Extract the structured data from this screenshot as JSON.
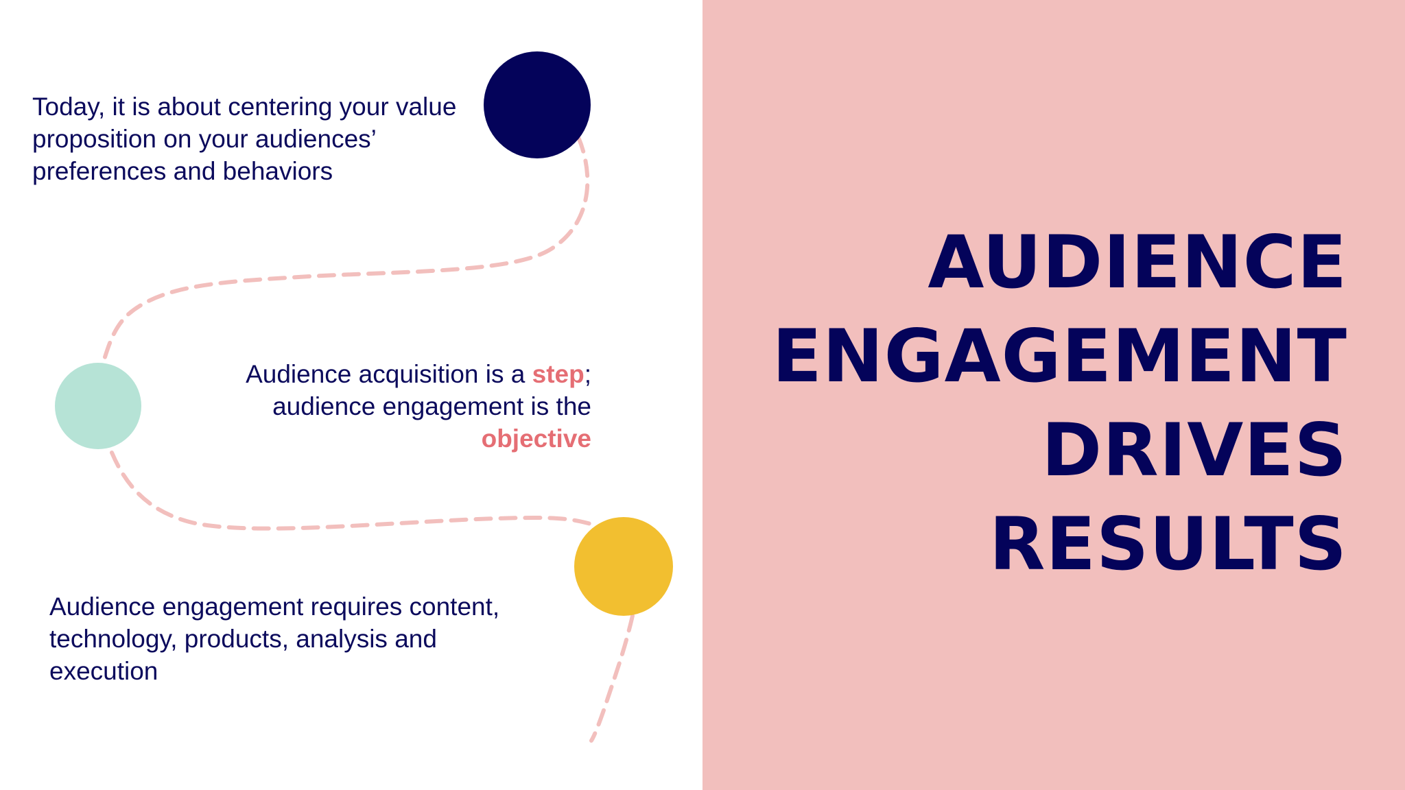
{
  "slide": {
    "text_one": "Today, it is about centering your value proposition on your audiences’ preferences and behaviors",
    "text_two": {
      "part1": "Audience acquisition is a ",
      "emph1": "step",
      "part2": "; audience engagement is the ",
      "emph2": "objective"
    },
    "text_three": "Audience engagement requires content, technology, products, analysis and execution",
    "headline_lines": [
      "AUDIENCE",
      "ENGAGEMENT",
      "DRIVES",
      "RESULTS"
    ]
  },
  "colors": {
    "navy": "#04035a",
    "mint": "#b6e3d6",
    "yellow": "#f2bf30",
    "pink_panel": "#f2bfbd",
    "accent": "#e56e74",
    "path": "#f2bfbd"
  }
}
